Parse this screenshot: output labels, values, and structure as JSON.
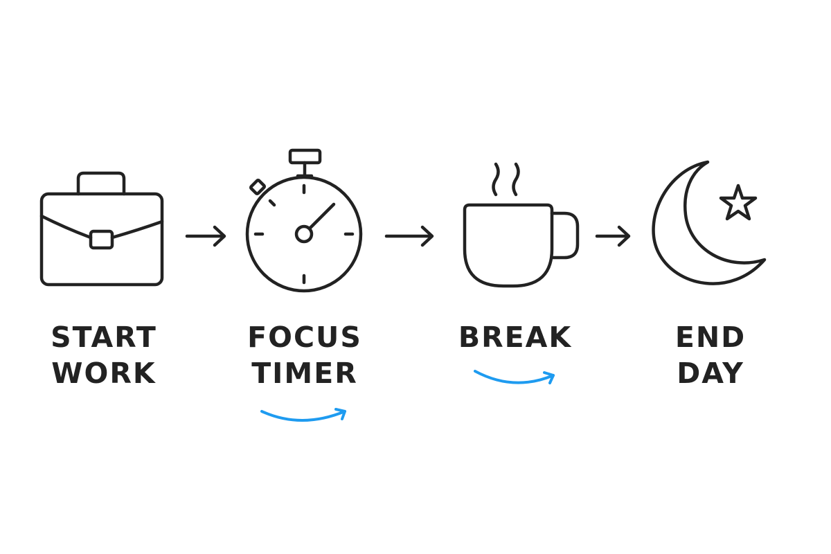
{
  "steps": [
    {
      "id": "start-work",
      "icon": "briefcase-icon",
      "line1": "START",
      "line2": "WORK",
      "accent_underline": false
    },
    {
      "id": "focus-timer",
      "icon": "stopwatch-icon",
      "line1": "FOCUS",
      "line2": "TIMER",
      "accent_underline": true
    },
    {
      "id": "break",
      "icon": "coffee-cup-icon",
      "line1": "BREAK",
      "line2": "",
      "accent_underline": true
    },
    {
      "id": "end-day",
      "icon": "moon-star-icon",
      "line1": "END",
      "line2": "DAY",
      "accent_underline": false
    }
  ],
  "connector": "arrow-right-icon",
  "colors": {
    "stroke": "#222222",
    "text": "#222222",
    "accent": "#1E9BF0",
    "background": "#ffffff"
  }
}
